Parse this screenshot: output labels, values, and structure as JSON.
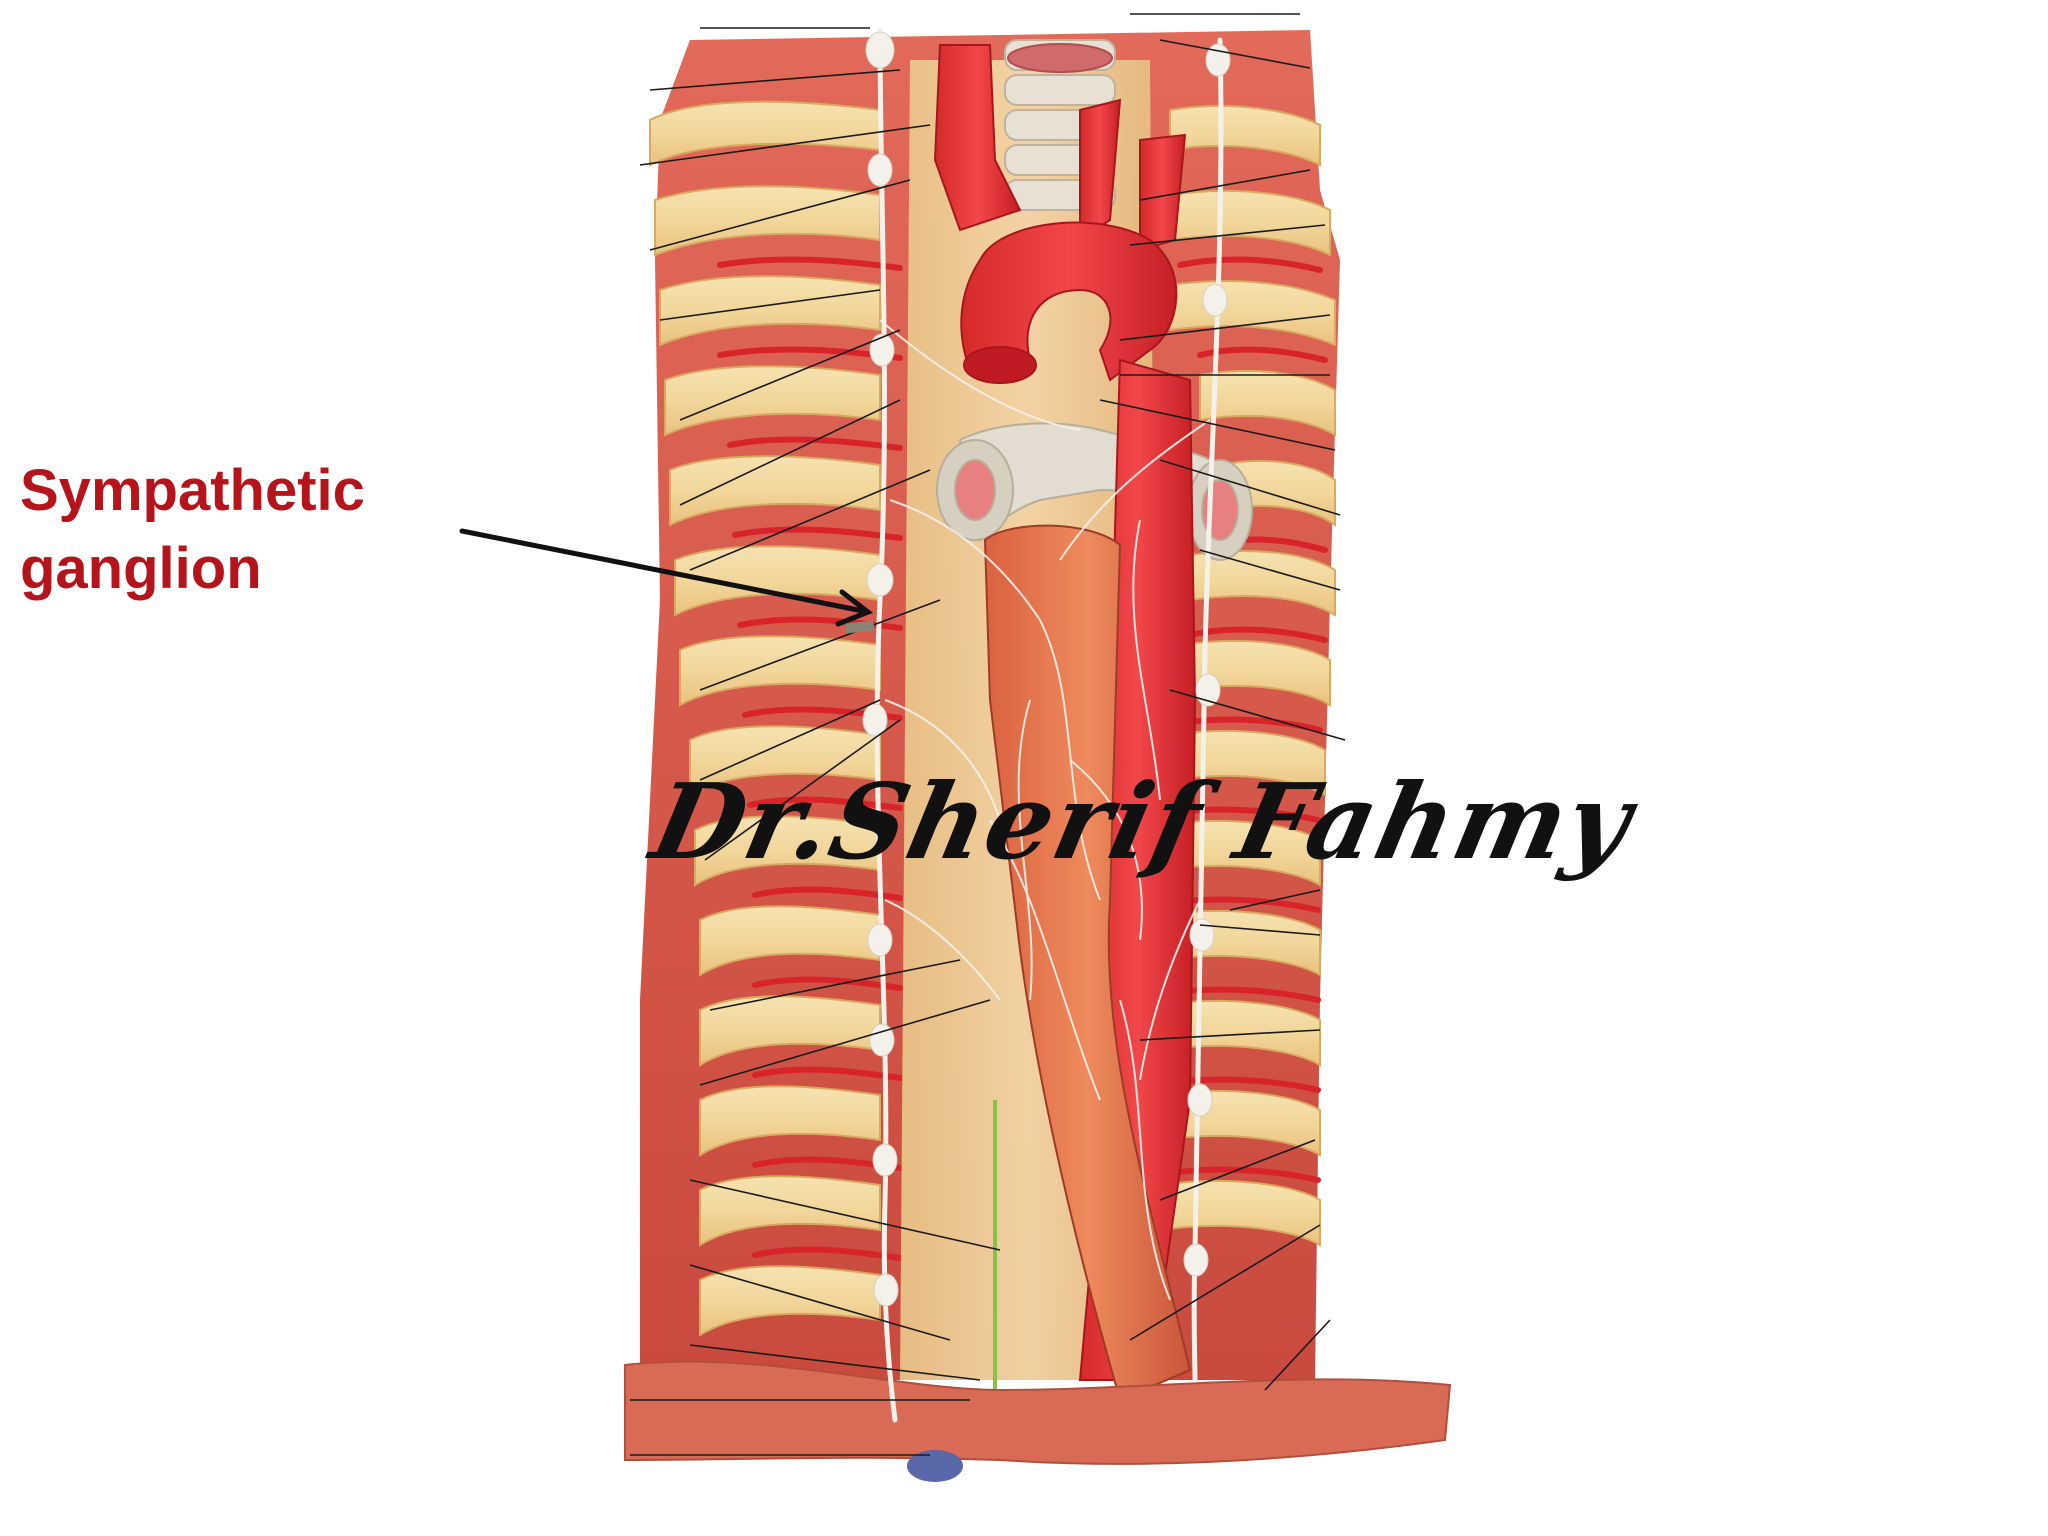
{
  "slide": {
    "caption_line1": "Sympathetic",
    "caption_line2": "ganglion",
    "watermark": "Dr.Sherif Fahmy",
    "caption_color": "#b5141b",
    "pointer_color": "#111111"
  },
  "illustration": {
    "subject": "thoracic sympathetic trunk with ganglia alongside vertebral column, aorta and oesophagus",
    "icon": "anatomy-illustration"
  }
}
